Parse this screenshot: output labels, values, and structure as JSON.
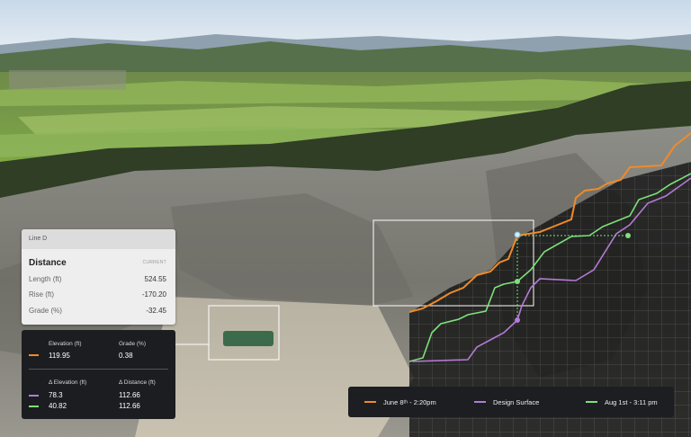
{
  "panel_line": {
    "header": "Line D",
    "title": "Distance",
    "tag": "CURRENT",
    "rows": [
      {
        "label": "Length (ft)",
        "value": "524.55"
      },
      {
        "label": "Rise (ft)",
        "value": "-170.20"
      },
      {
        "label": "Grade (%)",
        "value": "-32.45"
      }
    ]
  },
  "panel_stats": {
    "elevation_label": "Elevation (ft)",
    "elevation_value": "119.95",
    "grade_label": "Grade (%)",
    "grade_value": "0.38",
    "delta_elevation_label": "Δ Elevation (ft)",
    "delta_distance_label": "Δ Distance (ft)",
    "rows": [
      {
        "elevation": "78.3",
        "distance": "112.66",
        "color": "#b57ad6"
      },
      {
        "elevation": "40.82",
        "distance": "112.66",
        "color": "#7ee07a"
      }
    ],
    "accent_color": "#f08a2a"
  },
  "legend": [
    {
      "label": "June 8ᵗʰ - 2:20pm",
      "color": "#f08a2a"
    },
    {
      "label": "Design Surface",
      "color": "#b57ad6"
    },
    {
      "label": "Aug 1st - 3:11 pm",
      "color": "#7ee07a"
    }
  ]
}
